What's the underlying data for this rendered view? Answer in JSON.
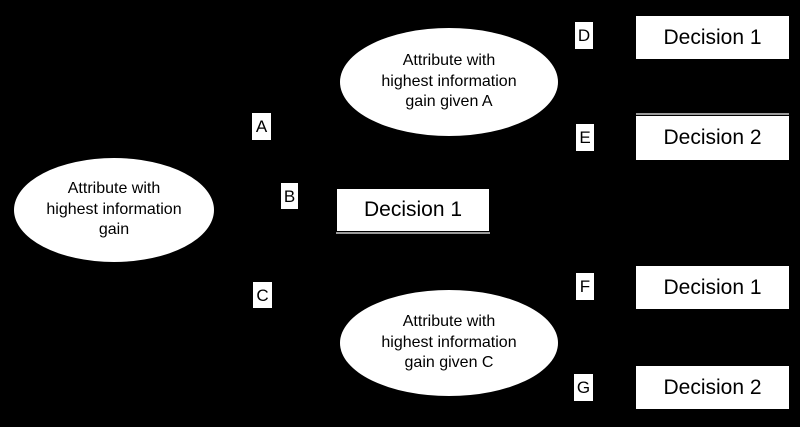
{
  "diagram": {
    "title": "Decision tree with information gain attributes",
    "background_color": "#000000",
    "node_fill_color": "#ffffff",
    "node_text_color": "#000000",
    "edge_color": "#000000",
    "shadow_color": "#9a9a9a"
  },
  "nodes": {
    "root": {
      "id": "root",
      "shape": "ellipse",
      "text": "Attribute with\nhighest information\ngain"
    },
    "branch_a": {
      "id": "branch_a",
      "shape": "ellipse",
      "text": "Attribute with\nhighest information\ngain given A"
    },
    "branch_c": {
      "id": "branch_c",
      "shape": "ellipse",
      "text": "Attribute with\nhighest information\ngain given C"
    },
    "decision_b": {
      "id": "decision_b",
      "shape": "rectangle",
      "text": "Decision 1"
    },
    "decision_d": {
      "id": "decision_d",
      "shape": "rectangle",
      "text": "Decision 1"
    },
    "decision_e": {
      "id": "decision_e",
      "shape": "rectangle",
      "text": "Decision 2"
    },
    "decision_f": {
      "id": "decision_f",
      "shape": "rectangle",
      "text": "Decision 1"
    },
    "decision_g": {
      "id": "decision_g",
      "shape": "rectangle",
      "text": "Decision 2"
    }
  },
  "edge_labels": {
    "a": "A",
    "b": "B",
    "c": "C",
    "d": "D",
    "e": "E",
    "f": "F",
    "g": "G"
  },
  "edges": [
    {
      "from": "root",
      "to": "branch_a",
      "label": "A"
    },
    {
      "from": "root",
      "to": "decision_b",
      "label": "B"
    },
    {
      "from": "root",
      "to": "branch_c",
      "label": "C"
    },
    {
      "from": "branch_a",
      "to": "decision_d",
      "label": "D"
    },
    {
      "from": "branch_a",
      "to": "decision_e",
      "label": "E"
    },
    {
      "from": "branch_c",
      "to": "decision_f",
      "label": "F"
    },
    {
      "from": "branch_c",
      "to": "decision_g",
      "label": "G"
    }
  ]
}
